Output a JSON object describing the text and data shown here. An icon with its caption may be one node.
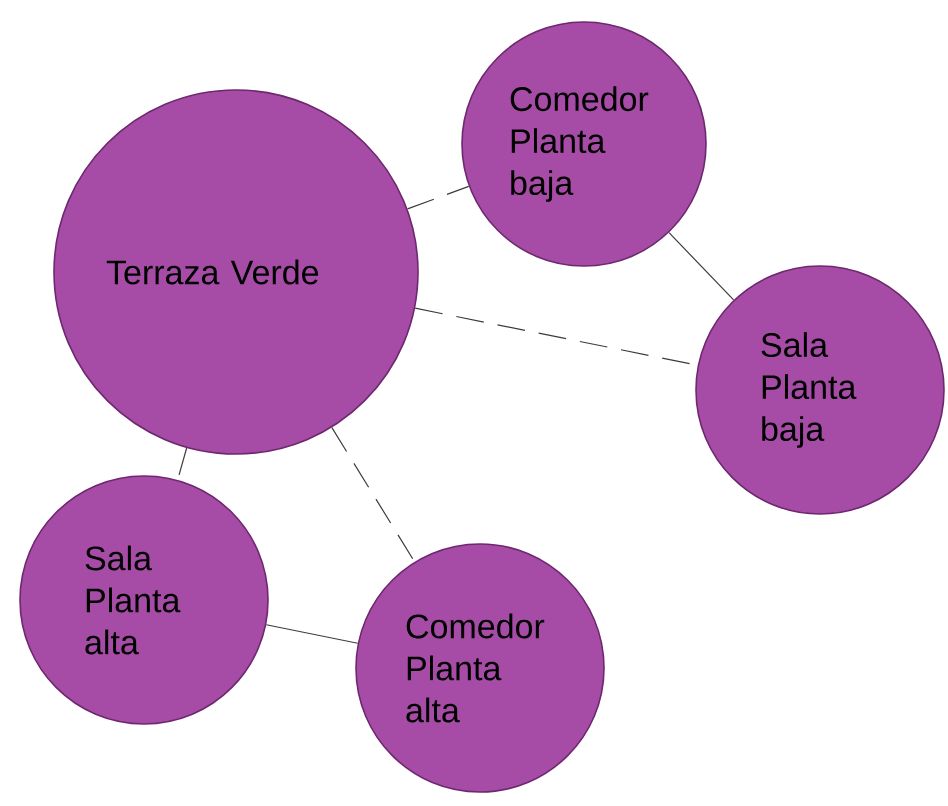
{
  "diagram": {
    "nodes": [
      {
        "text": [
          "Terraza Verde"
        ]
      },
      {
        "text": [
          "Comedor Planta baja"
        ]
      },
      {
        "text": [
          "Sala Planta baja"
        ]
      },
      {
        "text": [
          "Sala Planta alta"
        ]
      },
      {
        "text": [
          "Comedor Planta alta"
        ]
      }
    ],
    "edges": [
      {
        "from": 0,
        "to": 1,
        "arrow": "none",
        "style": "dashed"
      },
      {
        "from": 0,
        "to": 2,
        "arrow": "none",
        "style": "dashed"
      },
      {
        "from": 1,
        "to": 2,
        "arrow": "none"
      },
      {
        "from": 0,
        "to": 3,
        "arrow": "none",
        "style": "dashed"
      },
      {
        "from": 0,
        "to": 4,
        "arrow": "none",
        "style": "dashed"
      },
      {
        "from": 3,
        "to": 4,
        "arrow": "none"
      }
    ]
  }
}
